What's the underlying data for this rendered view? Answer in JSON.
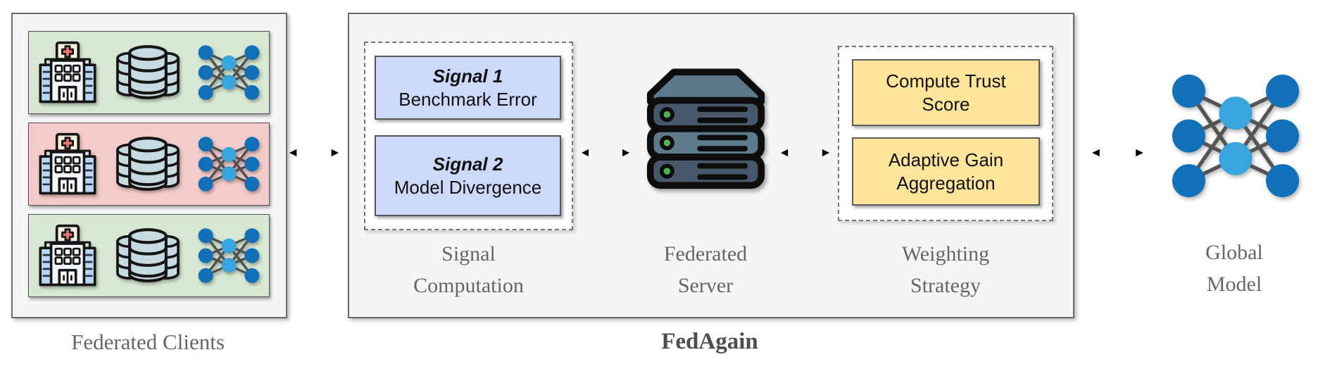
{
  "colors": {
    "panel_bg": "#f5f5f5",
    "panel_border": "#6b6b6b",
    "row_green": "#d6e8d2",
    "row_pink": "#f5cbc9",
    "row_border": "#4f4f4f",
    "dashed_border": "#757575",
    "blue_box_bg": "#ccd9f8",
    "blue_box_border": "#55555e",
    "yellow_box_bg": "#ffe599",
    "yellow_box_border": "#5c5c5c",
    "caption_color": "#666666",
    "fedagain_color": "#4d4d4d",
    "arrow_color": "#555555",
    "node_dark_blue": "#1170b8",
    "node_light_blue": "#38a5de",
    "edge_gray": "#595959"
  },
  "clients": {
    "caption": "Federated Clients",
    "rows": [
      {
        "status": "benign"
      },
      {
        "status": "anomalous"
      },
      {
        "status": "benign"
      }
    ]
  },
  "fedagain": {
    "title": "FedAgain",
    "signal_computation": {
      "caption_line1": "Signal",
      "caption_line2": "Computation",
      "boxes": [
        {
          "title": "Signal 1",
          "subtitle": "Benchmark Error"
        },
        {
          "title": "Signal 2",
          "subtitle": "Model Divergence"
        }
      ]
    },
    "server": {
      "caption_line1": "Federated",
      "caption_line2": "Server"
    },
    "weighting_strategy": {
      "caption_line1": "Weighting",
      "caption_line2": "Strategy",
      "boxes": [
        {
          "line1": "Compute Trust",
          "line2": "Score"
        },
        {
          "line1": "Adaptive Gain",
          "line2": "Aggregation"
        }
      ]
    }
  },
  "global_model": {
    "caption_line1": "Global",
    "caption_line2": "Model"
  }
}
